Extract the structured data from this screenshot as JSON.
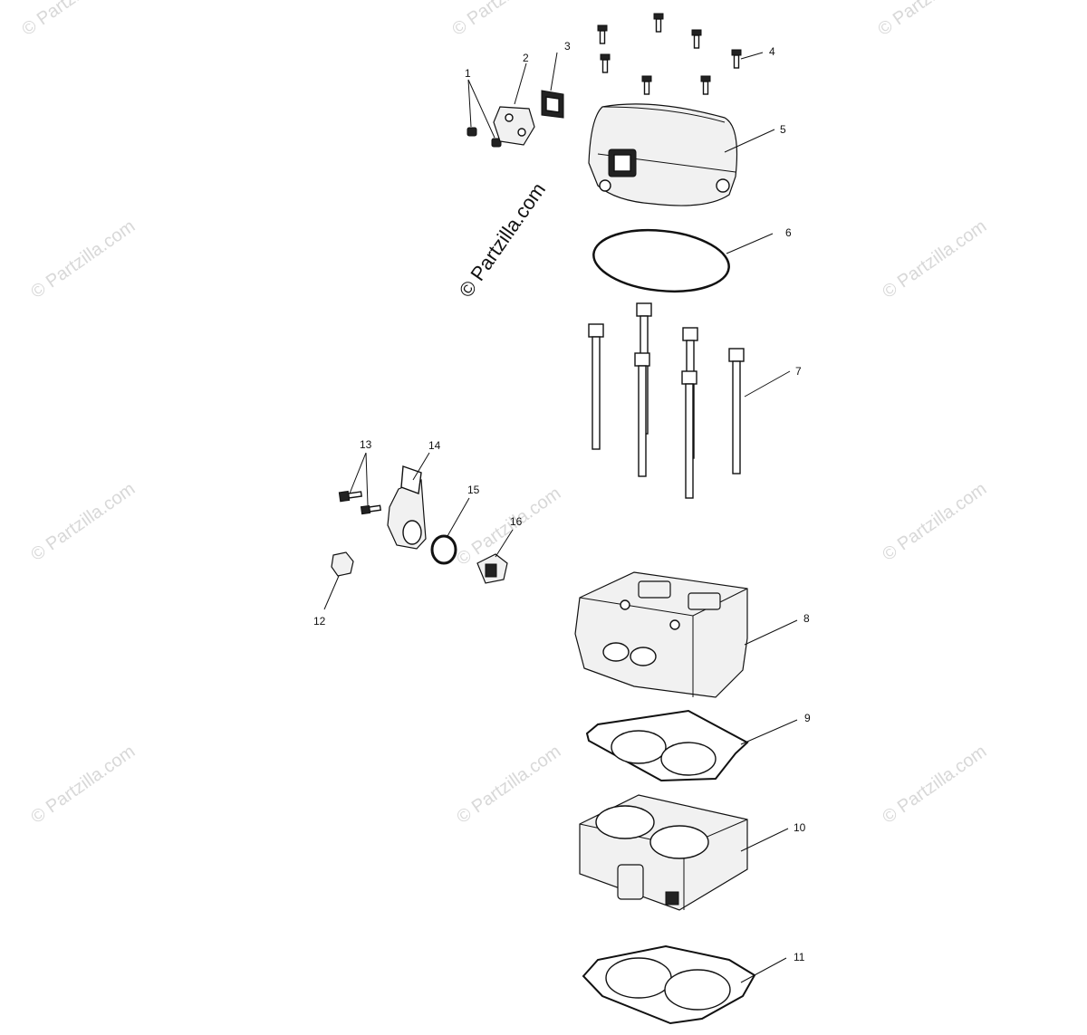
{
  "watermark_text": "© Partzilla.com",
  "callouts": [
    {
      "id": "1",
      "label": "1"
    },
    {
      "id": "2",
      "label": "2"
    },
    {
      "id": "3",
      "label": "3"
    },
    {
      "id": "4",
      "label": "4"
    },
    {
      "id": "5",
      "label": "5"
    },
    {
      "id": "6",
      "label": "6"
    },
    {
      "id": "7",
      "label": "7"
    },
    {
      "id": "8",
      "label": "8"
    },
    {
      "id": "9",
      "label": "9"
    },
    {
      "id": "10",
      "label": "10"
    },
    {
      "id": "11",
      "label": "11"
    },
    {
      "id": "12",
      "label": "12"
    },
    {
      "id": "13",
      "label": "13"
    },
    {
      "id": "14",
      "label": "14"
    },
    {
      "id": "15",
      "label": "15"
    },
    {
      "id": "16",
      "label": "16"
    }
  ]
}
